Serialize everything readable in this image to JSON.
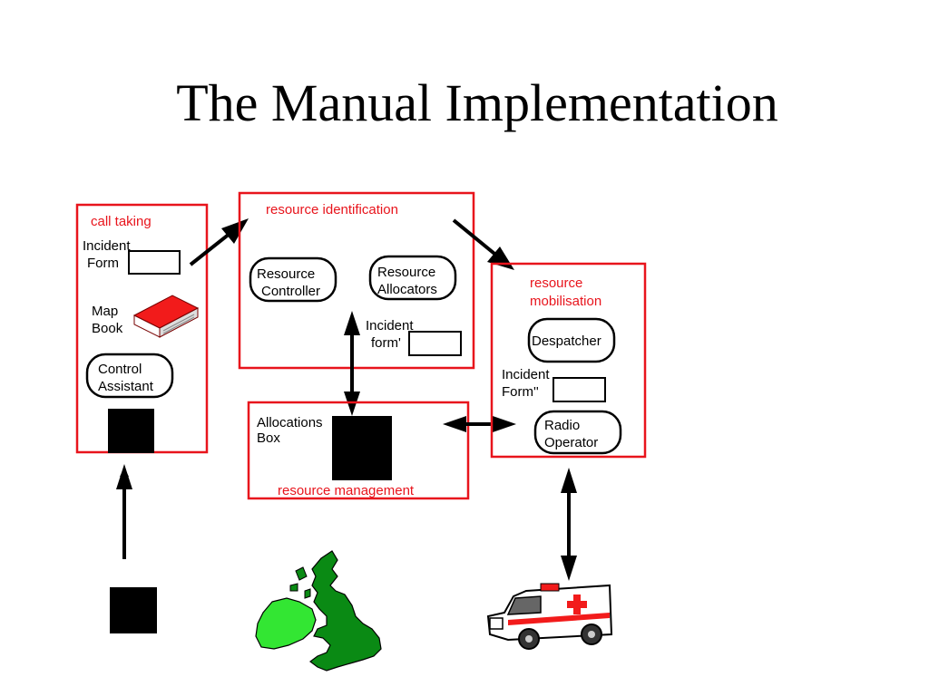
{
  "slide": {
    "title": "The Manual Implementation"
  },
  "boxes": {
    "call_taking": {
      "label": "call taking",
      "incident_form_line1": "Incident",
      "incident_form_line2": "Form",
      "map_book_line1": "Map",
      "map_book_line2": "Book",
      "control_assistant_line1": "Control",
      "control_assistant_line2": "Assistant"
    },
    "resource_identification": {
      "label": "resource identification",
      "resource_controller_line1": "Resource",
      "resource_controller_line2": "Controller",
      "resource_allocators_line1": "Resource",
      "resource_allocators_line2": "Allocators",
      "incident_form_line1": "Incident",
      "incident_form_line2": "form'"
    },
    "resource_management": {
      "label": "resource management",
      "allocations_box_line1": "Allocations",
      "allocations_box_line2": "Box"
    },
    "resource_mobilisation": {
      "label_line1": "resource",
      "label_line2": "mobilisation",
      "despatcher": "Despatcher",
      "incident_form_line1": "Incident",
      "incident_form_line2": "Form''",
      "radio_operator_line1": "Radio",
      "radio_operator_line2": "Operator"
    }
  },
  "colors": {
    "box_border": "#e8141c",
    "box_label": "#e8141c",
    "text": "#000000",
    "map_green": "#0a8a14",
    "ireland_green": "#33e633",
    "book_red": "#f21b1b"
  }
}
